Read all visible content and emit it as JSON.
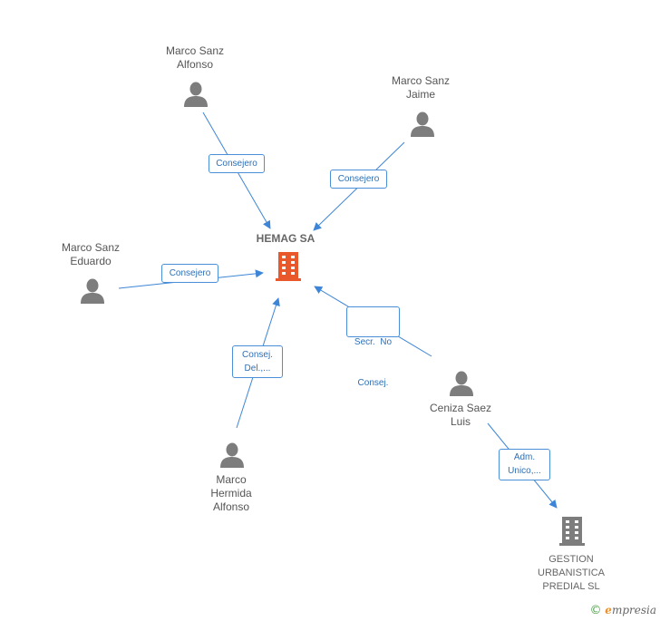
{
  "colors": {
    "edge": "#3d85d6",
    "person_icon": "#7d7d7d",
    "main_company_icon": "#e8582a",
    "company_icon": "#7d7d7d"
  },
  "nodes": {
    "hemag": {
      "lines": [
        "HEMAG SA"
      ],
      "icon": "building-icon"
    },
    "sanz_alfonso": {
      "lines": [
        "Marco Sanz",
        "Alfonso"
      ],
      "icon": "person-icon"
    },
    "sanz_jaime": {
      "lines": [
        "Marco Sanz",
        "Jaime"
      ],
      "icon": "person-icon"
    },
    "sanz_eduardo": {
      "lines": [
        "Marco Sanz",
        "Eduardo"
      ],
      "icon": "person-icon"
    },
    "hermida_alfonso": {
      "lines": [
        "Marco",
        "Hermida",
        "Alfonso"
      ],
      "icon": "person-icon"
    },
    "ceniza_luis": {
      "lines": [
        "Ceniza Saez",
        "Luis"
      ],
      "icon": "person-icon"
    },
    "gestion": {
      "lines": [
        "GESTION",
        "URBANISTICA",
        "PREDIAL SL"
      ],
      "icon": "building-icon"
    }
  },
  "edges": {
    "sanz_alfonso_hemag": {
      "lines": [
        "Consejero"
      ]
    },
    "sanz_jaime_hemag": {
      "lines": [
        "Consejero"
      ]
    },
    "sanz_eduardo_hemag": {
      "lines": [
        "Consejero"
      ]
    },
    "hermida_alfonso_hemag": {
      "lines": [
        "Consej.",
        "Del.,..."
      ]
    },
    "ceniza_luis_hemag": {
      "lines": [
        "Secr.  No",
        "Consej."
      ]
    },
    "ceniza_luis_gestion": {
      "lines": [
        "Adm.",
        "Unico,..."
      ]
    }
  },
  "watermark": {
    "copyright": "©",
    "brand_initial": "e",
    "brand_rest": "mpresia"
  }
}
